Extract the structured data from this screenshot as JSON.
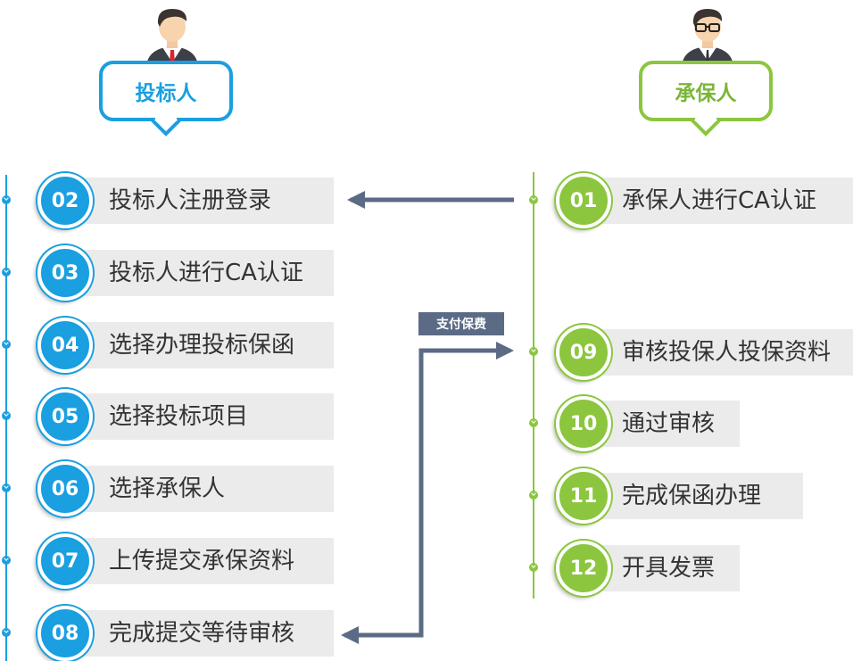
{
  "roles": {
    "bidder": "投标人",
    "insurer": "承保人"
  },
  "payment_label": "支付保费",
  "bidder_steps": [
    {
      "num": "02",
      "label": "投标人注册登录"
    },
    {
      "num": "03",
      "label": "投标人进行CA认证"
    },
    {
      "num": "04",
      "label": "选择办理投标保函"
    },
    {
      "num": "05",
      "label": "选择投标项目"
    },
    {
      "num": "06",
      "label": "选择承保人"
    },
    {
      "num": "07",
      "label": "上传提交承保资料"
    },
    {
      "num": "08",
      "label": "完成提交等待审核"
    }
  ],
  "insurer_steps": [
    {
      "num": "01",
      "label": "承保人进行CA认证"
    },
    {
      "num": "09",
      "label": "审核投保人投保资料"
    },
    {
      "num": "10",
      "label": "通过审核"
    },
    {
      "num": "11",
      "label": "完成保函办理"
    },
    {
      "num": "12",
      "label": "开具发票"
    }
  ],
  "colors": {
    "bidder_blue": "#1a9fe0",
    "insurer_green": "#8cc63f",
    "arrow_slate": "#5b6b86",
    "bar_gray": "#ebebeb"
  }
}
